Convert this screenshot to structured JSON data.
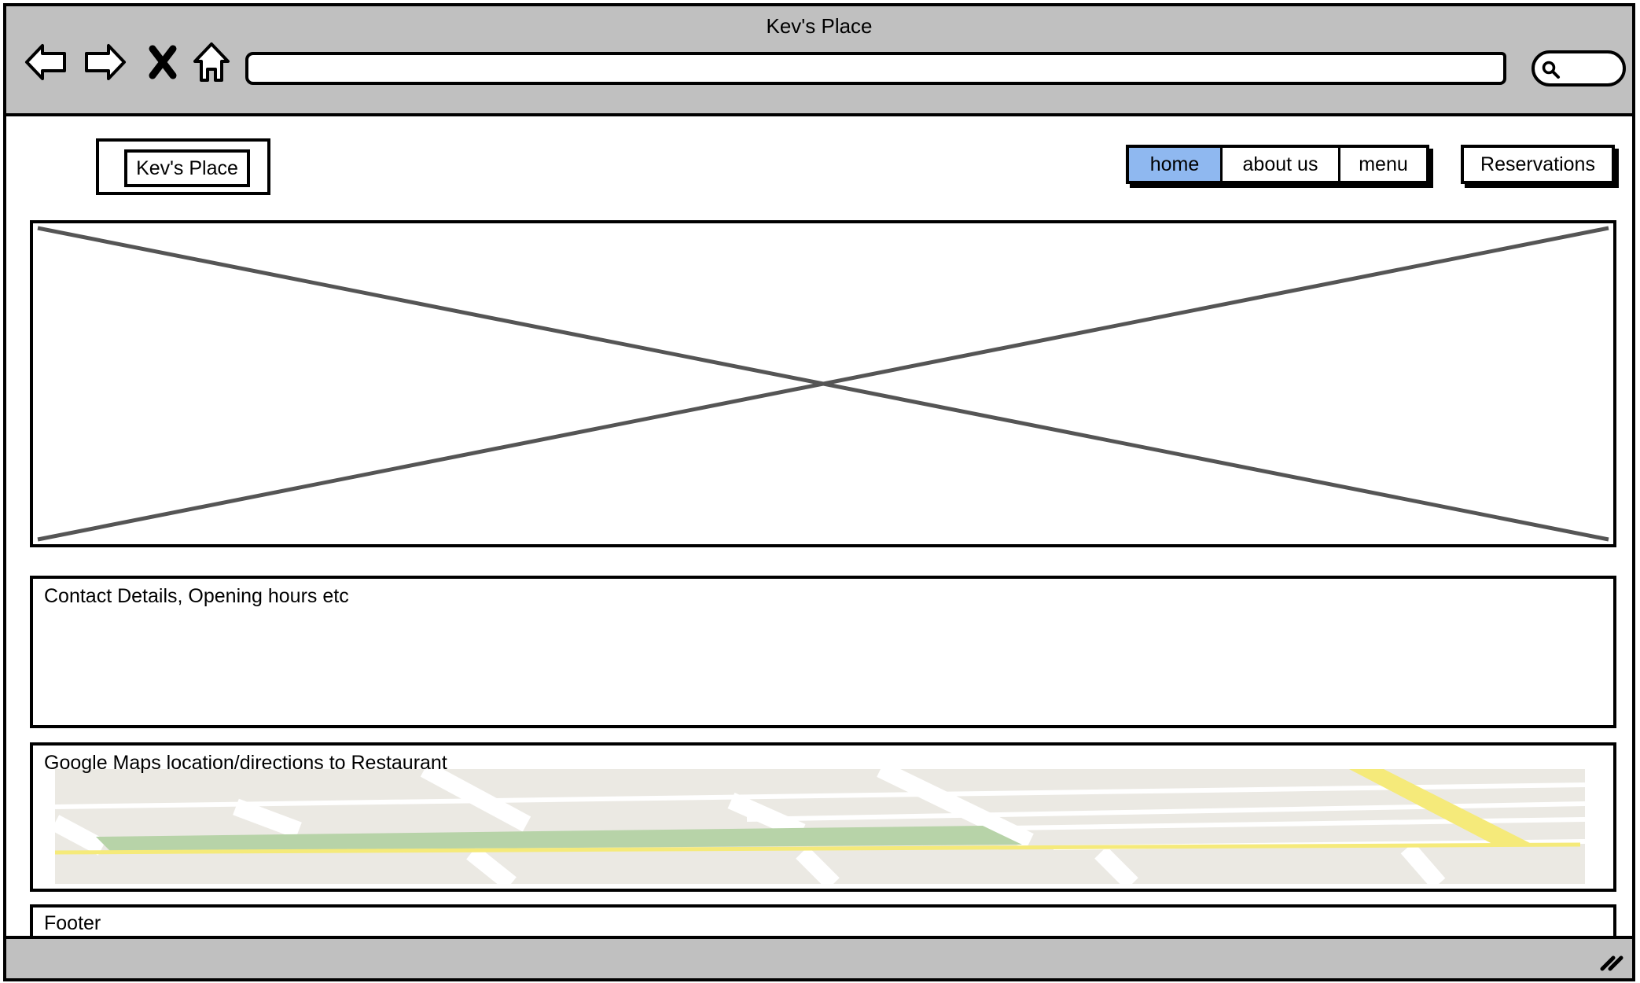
{
  "window": {
    "title": "Kev's Place"
  },
  "browser": {
    "back_icon": "arrow-left-icon",
    "forward_icon": "arrow-right-icon",
    "stop_icon": "close-icon",
    "home_icon": "home-icon",
    "url_value": "",
    "search_icon": "search-icon"
  },
  "header": {
    "logo_text": "Kev's Place",
    "nav": [
      {
        "label": "home",
        "active": true
      },
      {
        "label": "about us",
        "active": false
      },
      {
        "label": "menu",
        "active": false
      }
    ],
    "reserve_label": "Reservations"
  },
  "hero": {
    "kind": "image-placeholder"
  },
  "contact": {
    "label": "Contact Details, Opening hours etc"
  },
  "map": {
    "label": "Google Maps location/directions to Restaurant"
  },
  "footer": {
    "label": "Footer"
  },
  "colors": {
    "chrome": "#c0c0c0",
    "active_tab": "#8fb8f0",
    "map_ground": "#ebe9e3",
    "map_park": "#b7d3a8",
    "map_highway": "#f5ea7a"
  }
}
